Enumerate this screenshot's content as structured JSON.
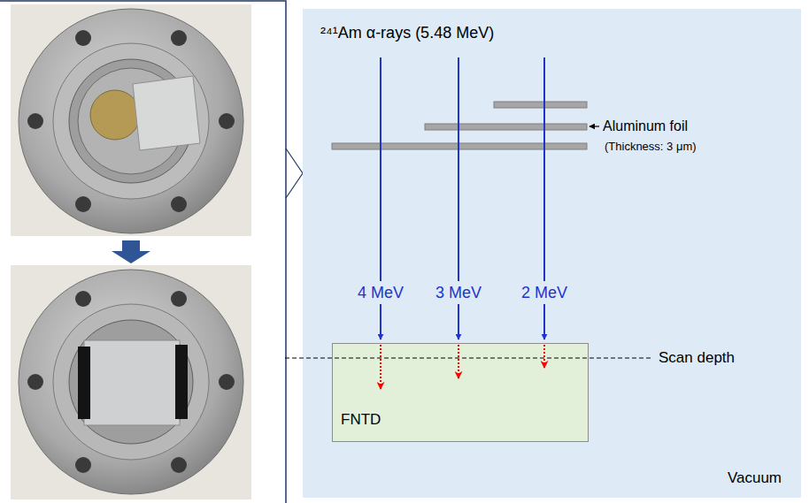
{
  "diagram": {
    "nodes": [
      {
        "text": [
          "²⁴¹Am α-rays (5.48 MeV)",
          "Vacuum"
        ]
      },
      {
        "text": [
          "FNTD"
        ],
        "in": 0
      }
    ],
    "labels": [
      "4 MeV",
      "3 MeV",
      "2 MeV",
      "Aluminum foil",
      "(Thickness: 3 μm)",
      "Scan depth"
    ]
  }
}
